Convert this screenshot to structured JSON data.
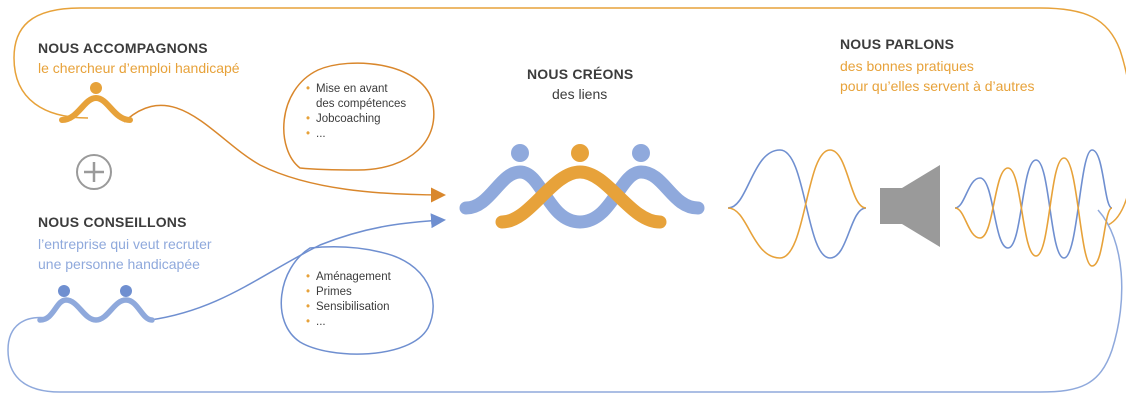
{
  "accompagnons": {
    "heading": "NOUS ACCOMPAGNONS",
    "subtitle": "le chercheur d’emploi handicapé"
  },
  "conseillons": {
    "heading": "NOUS CONSEILLONS",
    "subtitle_line1": "l’entreprise qui veut recruter",
    "subtitle_line2": "une personne handicapée"
  },
  "creons": {
    "heading": "NOUS CRÉONS",
    "subtitle": "des liens"
  },
  "parlons": {
    "heading": "NOUS PARLONS",
    "subtitle_line1": "des bonnes pratiques",
    "subtitle_line2": "pour qu’elles servent à d’autres"
  },
  "bubble_top": {
    "items": [
      "Mise en avant",
      "des compétences",
      "Jobcoaching",
      "..."
    ],
    "bullets": [
      true,
      false,
      true,
      true
    ]
  },
  "bubble_bottom": {
    "items": [
      "Aménagement",
      "Primes",
      "Sensibilisation",
      "..."
    ],
    "bullets": [
      true,
      true,
      true,
      true
    ]
  },
  "plus_symbol": "+",
  "bullet_char": "•",
  "colors": {
    "orange": "#e7a23a",
    "orange_dark": "#d9872c",
    "blue": "#8fa9dc",
    "blue_dark": "#6f8fd0",
    "gray": "#9a9a9a",
    "text": "#3c3c3c"
  },
  "icons": {
    "center": "linked-people-icon",
    "left_top": "job-seeker-icon",
    "left_bottom": "company-people-icon",
    "speaker": "speaker-icon",
    "plus": "plus-circle-icon"
  }
}
